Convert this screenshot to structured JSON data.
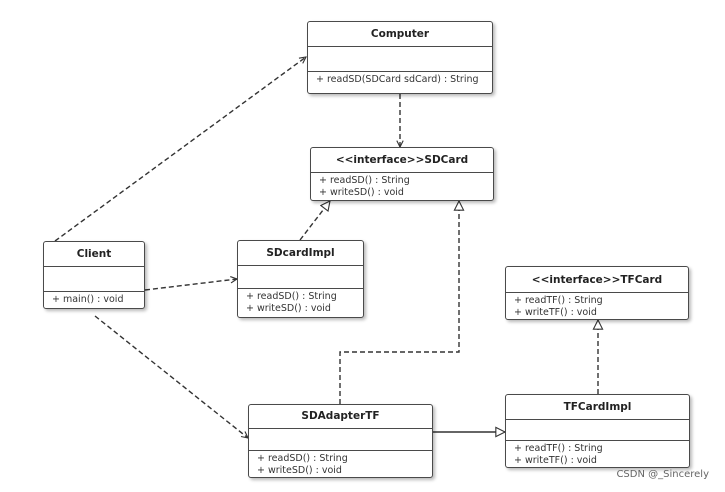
{
  "classes": {
    "computer": {
      "name": "Computer",
      "operations": [
        "+ readSD(SDCard sdCard) : String"
      ]
    },
    "sdcard": {
      "name": "<<interface>>SDCard",
      "operations": [
        "+ readSD() : String",
        "+ writeSD() : void"
      ]
    },
    "client": {
      "name": "Client",
      "operations": [
        "+ main() : void"
      ]
    },
    "sdcardimpl": {
      "name": "SDcardImpl",
      "operations": [
        "+ readSD() : String",
        "+ writeSD() : void"
      ]
    },
    "tfcard": {
      "name": "<<interface>>TFCard",
      "operations": [
        "+ readTF() : String",
        "+ writeTF() : void"
      ]
    },
    "sdadaptertf": {
      "name": "SDAdapterTF",
      "operations": [
        "+ readSD() : String",
        "+ writeSD() : void"
      ]
    },
    "tfcardimpl": {
      "name": "TFCardImpl",
      "operations": [
        "+ readTF() : String",
        "+ writeTF() : void"
      ]
    }
  },
  "relations": [
    {
      "from": "client",
      "to": "computer",
      "type": "dependency"
    },
    {
      "from": "client",
      "to": "sdcardimpl",
      "type": "dependency"
    },
    {
      "from": "client",
      "to": "sdadaptertf",
      "type": "dependency"
    },
    {
      "from": "computer",
      "to": "sdcard",
      "type": "dependency"
    },
    {
      "from": "sdcardimpl",
      "to": "sdcard",
      "type": "realization"
    },
    {
      "from": "sdadaptertf",
      "to": "sdcard",
      "type": "realization"
    },
    {
      "from": "sdadaptertf",
      "to": "tfcardimpl",
      "type": "generalization"
    },
    {
      "from": "tfcardimpl",
      "to": "tfcard",
      "type": "realization"
    }
  ],
  "watermark": "CSDN @_Sincerely"
}
